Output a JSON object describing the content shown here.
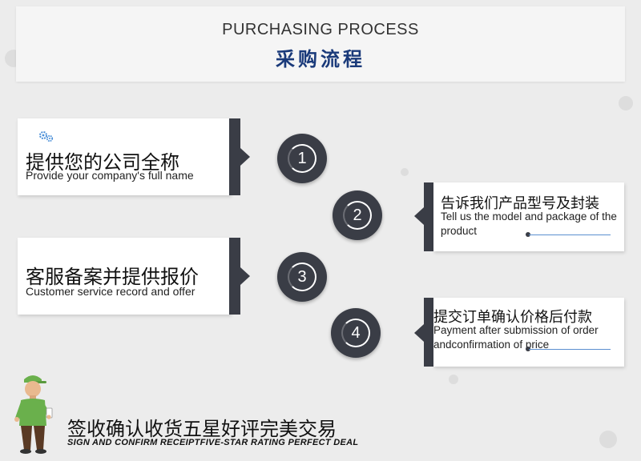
{
  "header": {
    "title_en": "PURCHASING PROCESS",
    "title_cn": "采购流程"
  },
  "steps": [
    {
      "number": "1",
      "cn": "提供您的公司全称",
      "en": "Provide your company's full name"
    },
    {
      "number": "2",
      "cn": "告诉我们产品型号及封装",
      "en": "Tell us the model and package of the product"
    },
    {
      "number": "3",
      "cn": "客服备案并提供报价",
      "en": "Customer service record and offer"
    },
    {
      "number": "4",
      "cn": "提交订单确认价格后付款",
      "en": "Payment after submission of order andconfirmation of price"
    }
  ],
  "footer": {
    "cn": "签收确认收货五星好评完美交易",
    "en": "SIGN AND CONFIRM RECEIPTFIVE-STAR RATING PERFECT DEAL"
  },
  "colors": {
    "dark": "#3a3d46",
    "title_blue": "#1a3a7a",
    "underline_blue": "#5b8fd0"
  },
  "icons": [
    "gear-icon",
    "delivery-person-icon",
    "step-ring-icon"
  ]
}
